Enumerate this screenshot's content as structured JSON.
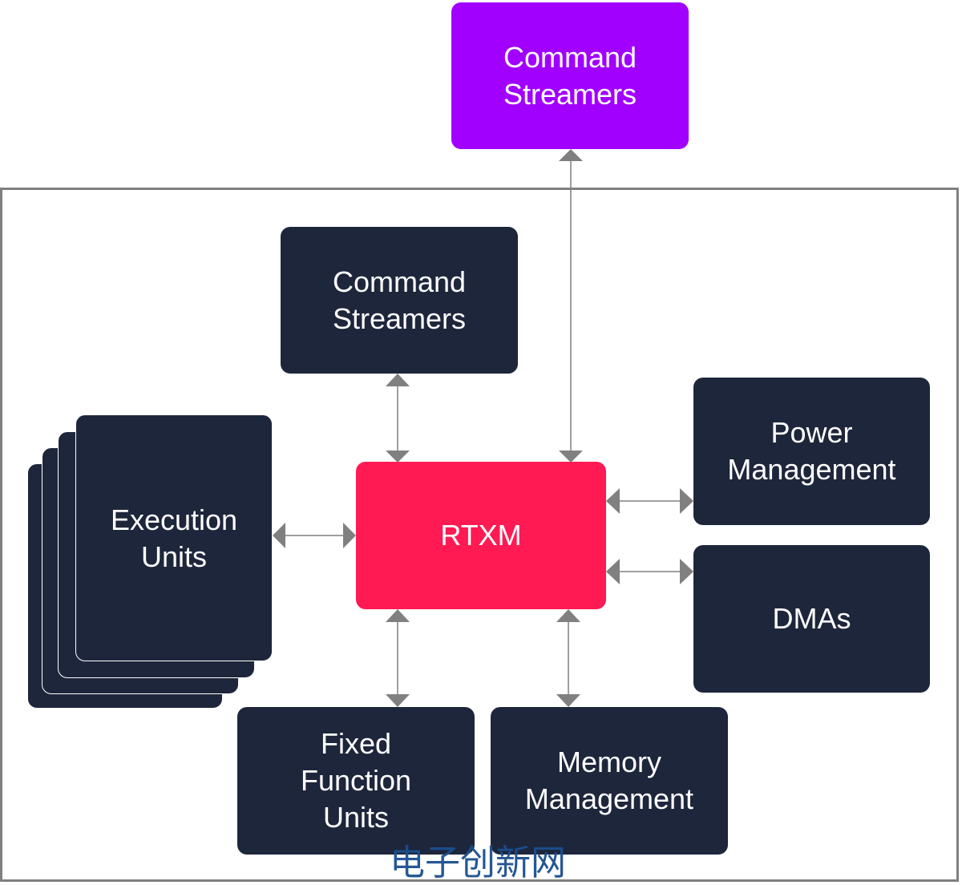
{
  "diagram": {
    "external": {
      "label": "Command\nStreamers",
      "color": "#a100ff"
    },
    "core": {
      "label": "RTXM",
      "color": "#ff1a53"
    },
    "blocks": {
      "command_streamers": "Command\nStreamers",
      "execution_units": "Execution\nUnits",
      "power_management": "Power\nManagement",
      "dmas": "DMAs",
      "fixed_function_units": "Fixed\nFunction\nUnits",
      "memory_management": "Memory\nManagement"
    },
    "block_color": "#1e263b",
    "connector_color": "#808080",
    "connections": [
      {
        "from": "external-command-streamers",
        "to": "rtxm",
        "type": "bidirectional"
      },
      {
        "from": "command-streamers",
        "to": "rtxm",
        "type": "bidirectional"
      },
      {
        "from": "execution-units",
        "to": "rtxm",
        "type": "bidirectional"
      },
      {
        "from": "rtxm",
        "to": "power-management",
        "type": "bidirectional"
      },
      {
        "from": "rtxm",
        "to": "dmas",
        "type": "bidirectional"
      },
      {
        "from": "rtxm",
        "to": "fixed-function-units",
        "type": "bidirectional"
      },
      {
        "from": "rtxm",
        "to": "memory-management",
        "type": "bidirectional"
      }
    ]
  },
  "watermark": "电子创新网"
}
